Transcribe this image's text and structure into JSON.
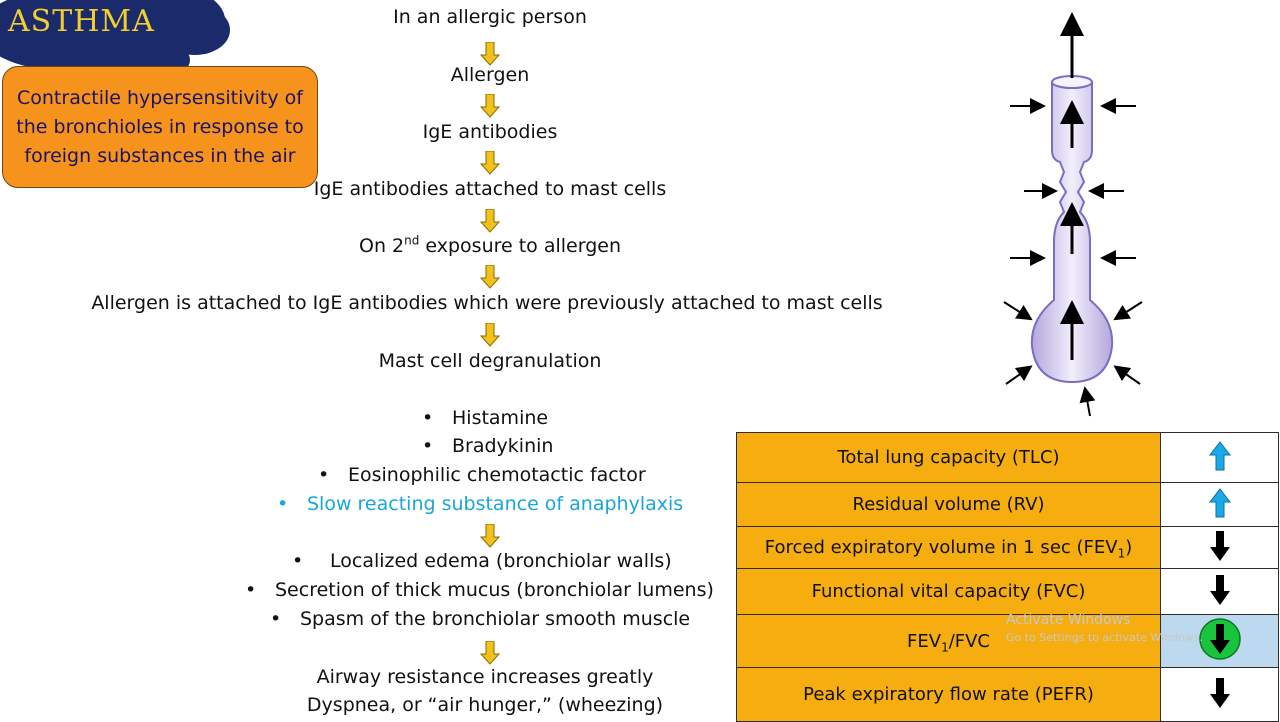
{
  "title": "ASTHMA",
  "definition": [
    "Contractile hypersensitivity of",
    "the bronchioles in response to",
    "foreign substances in the air"
  ],
  "flow": {
    "step1": "In an allergic person",
    "step2": "Allergen",
    "step3": "IgE antibodies",
    "step4": "IgE antibodies attached to mast cells",
    "step5_pre": "On 2",
    "step5_sup": "nd",
    "step5_post": " exposure to allergen",
    "step6": "Allergen is attached to IgE antibodies which were previously attached to mast cells",
    "step7": "Mast cell degranulation",
    "mediators": [
      "Histamine",
      "Bradykinin",
      "Eosinophilic chemotactic factor",
      "Slow reacting substance of anaphylaxis"
    ],
    "effects": [
      "Localized edema (bronchiolar walls)",
      "Secretion of thick mucus (bronchiolar lumens)",
      "Spasm of the bronchiolar smooth muscle"
    ],
    "outcome1": "Airway resistance increases greatly",
    "outcome2": "Dyspnea, or “air hunger,” (wheezing)"
  },
  "table": {
    "rows": [
      {
        "label": "Total lung capacity (TLC)",
        "indicator": "up-arrow",
        "color": "#1aa9e8"
      },
      {
        "label": "Residual volume (RV)",
        "indicator": "up-arrow",
        "color": "#1aa9e8"
      },
      {
        "label_pre": "Forced expiratory volume in 1 sec (FEV",
        "label_sub": "1",
        "label_post": ")",
        "indicator": "down-arrow",
        "color": "#000000"
      },
      {
        "label": "Functional vital capacity (FVC)",
        "indicator": "down-arrow",
        "color": "#000000"
      },
      {
        "label_pre": "FEV",
        "label_sub": "1",
        "label_post": "/FVC",
        "indicator": "down-arrow-circled",
        "color": "#000000",
        "highlight": "#bcd9ef"
      },
      {
        "label": "Peak expiratory flow rate (PEFR)",
        "indicator": "down-arrow",
        "color": "#000000"
      }
    ]
  },
  "watermark": {
    "line1": "Activate Windows",
    "line2": "Go to Settings to activate Windows."
  },
  "colors": {
    "cloud": "#1b2a6b",
    "orange": "#f5931d",
    "table_orange": "#f5ad10",
    "flow_arrow": "#f3c11b",
    "blue_text": "#19a6d9"
  }
}
